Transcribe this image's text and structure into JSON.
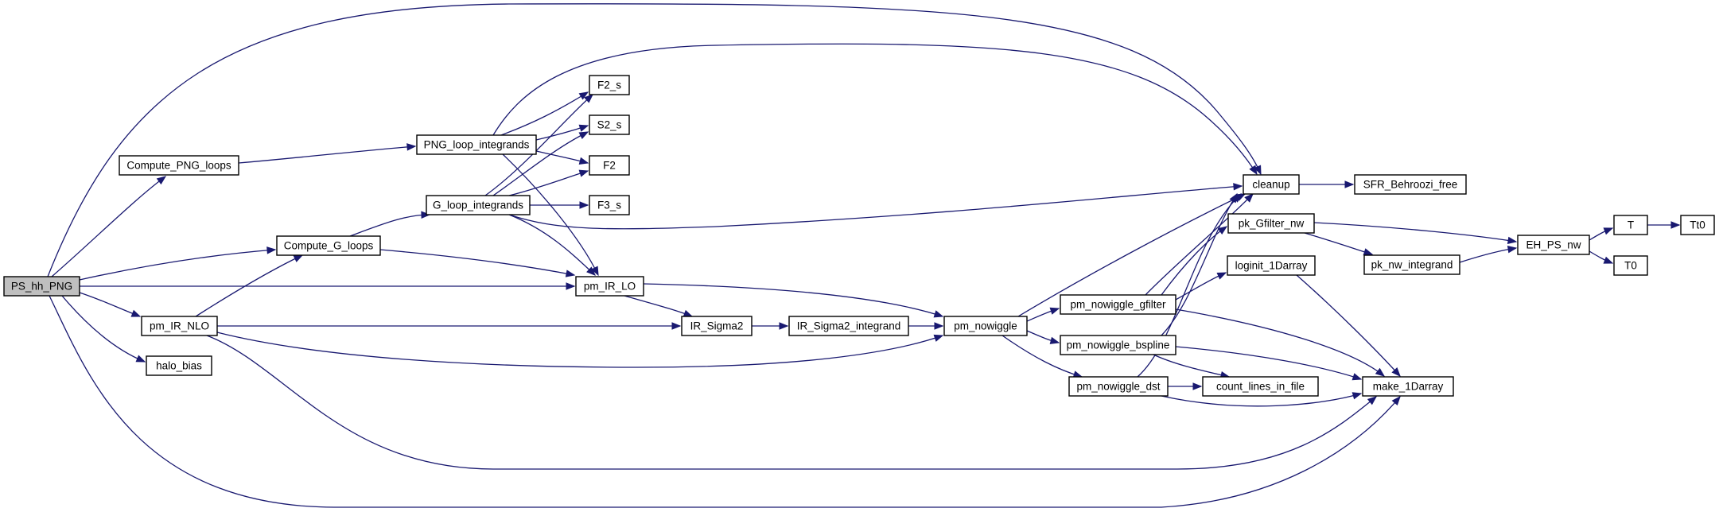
{
  "graph": {
    "root": "PS_hh_PNG",
    "nodes": [
      {
        "id": "PS_hh_PNG",
        "label": "PS_hh_PNG"
      },
      {
        "id": "Compute_PNG_loops",
        "label": "Compute_PNG_loops"
      },
      {
        "id": "Compute_G_loops",
        "label": "Compute_G_loops"
      },
      {
        "id": "pm_IR_NLO",
        "label": "pm_IR_NLO"
      },
      {
        "id": "halo_bias",
        "label": "halo_bias"
      },
      {
        "id": "PNG_loop_integrands",
        "label": "PNG_loop_integrands"
      },
      {
        "id": "G_loop_integrands",
        "label": "G_loop_integrands"
      },
      {
        "id": "F2_s",
        "label": "F2_s"
      },
      {
        "id": "S2_s",
        "label": "S2_s"
      },
      {
        "id": "F2",
        "label": "F2"
      },
      {
        "id": "F3_s",
        "label": "F3_s"
      },
      {
        "id": "pm_IR_LO",
        "label": "pm_IR_LO"
      },
      {
        "id": "IR_Sigma2",
        "label": "IR_Sigma2"
      },
      {
        "id": "IR_Sigma2_integrand",
        "label": "IR_Sigma2_integrand"
      },
      {
        "id": "pm_nowiggle",
        "label": "pm_nowiggle"
      },
      {
        "id": "pm_nowiggle_gfilter",
        "label": "pm_nowiggle_gfilter"
      },
      {
        "id": "pm_nowiggle_bspline",
        "label": "pm_nowiggle_bspline"
      },
      {
        "id": "pm_nowiggle_dst",
        "label": "pm_nowiggle_dst"
      },
      {
        "id": "cleanup",
        "label": "cleanup"
      },
      {
        "id": "SFR_Behroozi_free",
        "label": "SFR_Behroozi_free"
      },
      {
        "id": "pk_Gfilter_nw",
        "label": "pk_Gfilter_nw"
      },
      {
        "id": "loginit_1Darray",
        "label": "loginit_1Darray"
      },
      {
        "id": "pk_nw_integrand",
        "label": "pk_nw_integrand"
      },
      {
        "id": "EH_PS_nw",
        "label": "EH_PS_nw"
      },
      {
        "id": "T",
        "label": "T"
      },
      {
        "id": "T0",
        "label": "T0"
      },
      {
        "id": "Tt0",
        "label": "Tt0"
      },
      {
        "id": "count_lines_in_file",
        "label": "count_lines_in_file"
      },
      {
        "id": "make_1Darray",
        "label": "make_1Darray"
      }
    ],
    "edges": [
      {
        "from": "PS_hh_PNG",
        "to": "cleanup"
      },
      {
        "from": "PS_hh_PNG",
        "to": "Compute_PNG_loops"
      },
      {
        "from": "PS_hh_PNG",
        "to": "Compute_G_loops"
      },
      {
        "from": "PS_hh_PNG",
        "to": "pm_IR_LO"
      },
      {
        "from": "PS_hh_PNG",
        "to": "pm_IR_NLO"
      },
      {
        "from": "PS_hh_PNG",
        "to": "halo_bias"
      },
      {
        "from": "PS_hh_PNG",
        "to": "make_1Darray"
      },
      {
        "from": "Compute_PNG_loops",
        "to": "PNG_loop_integrands"
      },
      {
        "from": "PNG_loop_integrands",
        "to": "cleanup"
      },
      {
        "from": "PNG_loop_integrands",
        "to": "F2_s"
      },
      {
        "from": "PNG_loop_integrands",
        "to": "S2_s"
      },
      {
        "from": "PNG_loop_integrands",
        "to": "F2"
      },
      {
        "from": "PNG_loop_integrands",
        "to": "pm_IR_LO"
      },
      {
        "from": "Compute_G_loops",
        "to": "G_loop_integrands"
      },
      {
        "from": "Compute_G_loops",
        "to": "pm_IR_LO"
      },
      {
        "from": "G_loop_integrands",
        "to": "F2_s"
      },
      {
        "from": "G_loop_integrands",
        "to": "S2_s"
      },
      {
        "from": "G_loop_integrands",
        "to": "F2"
      },
      {
        "from": "G_loop_integrands",
        "to": "F3_s"
      },
      {
        "from": "G_loop_integrands",
        "to": "cleanup"
      },
      {
        "from": "G_loop_integrands",
        "to": "pm_IR_LO"
      },
      {
        "from": "pm_IR_NLO",
        "to": "Compute_G_loops"
      },
      {
        "from": "pm_IR_NLO",
        "to": "IR_Sigma2"
      },
      {
        "from": "pm_IR_NLO",
        "to": "pm_nowiggle"
      },
      {
        "from": "pm_IR_NLO",
        "to": "make_1Darray"
      },
      {
        "from": "pm_IR_LO",
        "to": "IR_Sigma2"
      },
      {
        "from": "pm_IR_LO",
        "to": "pm_nowiggle"
      },
      {
        "from": "IR_Sigma2",
        "to": "IR_Sigma2_integrand"
      },
      {
        "from": "IR_Sigma2_integrand",
        "to": "pm_nowiggle"
      },
      {
        "from": "pm_nowiggle",
        "to": "cleanup"
      },
      {
        "from": "pm_nowiggle",
        "to": "pm_nowiggle_gfilter"
      },
      {
        "from": "pm_nowiggle",
        "to": "pm_nowiggle_bspline"
      },
      {
        "from": "pm_nowiggle",
        "to": "pm_nowiggle_dst"
      },
      {
        "from": "pm_nowiggle_gfilter",
        "to": "cleanup"
      },
      {
        "from": "pm_nowiggle_gfilter",
        "to": "pk_Gfilter_nw"
      },
      {
        "from": "pm_nowiggle_gfilter",
        "to": "loginit_1Darray"
      },
      {
        "from": "pm_nowiggle_gfilter",
        "to": "make_1Darray"
      },
      {
        "from": "pm_nowiggle_bspline",
        "to": "cleanup"
      },
      {
        "from": "pm_nowiggle_bspline",
        "to": "count_lines_in_file"
      },
      {
        "from": "pm_nowiggle_bspline",
        "to": "make_1Darray"
      },
      {
        "from": "pm_nowiggle_dst",
        "to": "cleanup"
      },
      {
        "from": "pm_nowiggle_dst",
        "to": "count_lines_in_file"
      },
      {
        "from": "pm_nowiggle_dst",
        "to": "make_1Darray"
      },
      {
        "from": "cleanup",
        "to": "SFR_Behroozi_free"
      },
      {
        "from": "pk_Gfilter_nw",
        "to": "EH_PS_nw"
      },
      {
        "from": "pk_Gfilter_nw",
        "to": "pk_nw_integrand"
      },
      {
        "from": "pk_nw_integrand",
        "to": "EH_PS_nw"
      },
      {
        "from": "EH_PS_nw",
        "to": "T"
      },
      {
        "from": "EH_PS_nw",
        "to": "T0"
      },
      {
        "from": "T",
        "to": "Tt0"
      },
      {
        "from": "loginit_1Darray",
        "to": "make_1Darray"
      }
    ]
  }
}
